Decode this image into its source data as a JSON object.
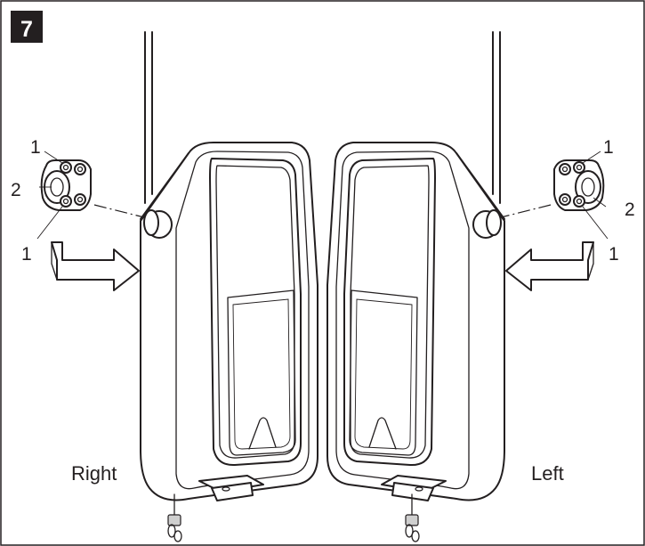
{
  "figure_number": "7",
  "labels": {
    "right_side": "Right",
    "left_side": "Left",
    "callout_1": "1",
    "callout_2": "2"
  },
  "colors": {
    "ink": "#231f20",
    "badge_bg": "#231f20",
    "badge_text": "#ffffff",
    "paper": "#ffffff"
  }
}
